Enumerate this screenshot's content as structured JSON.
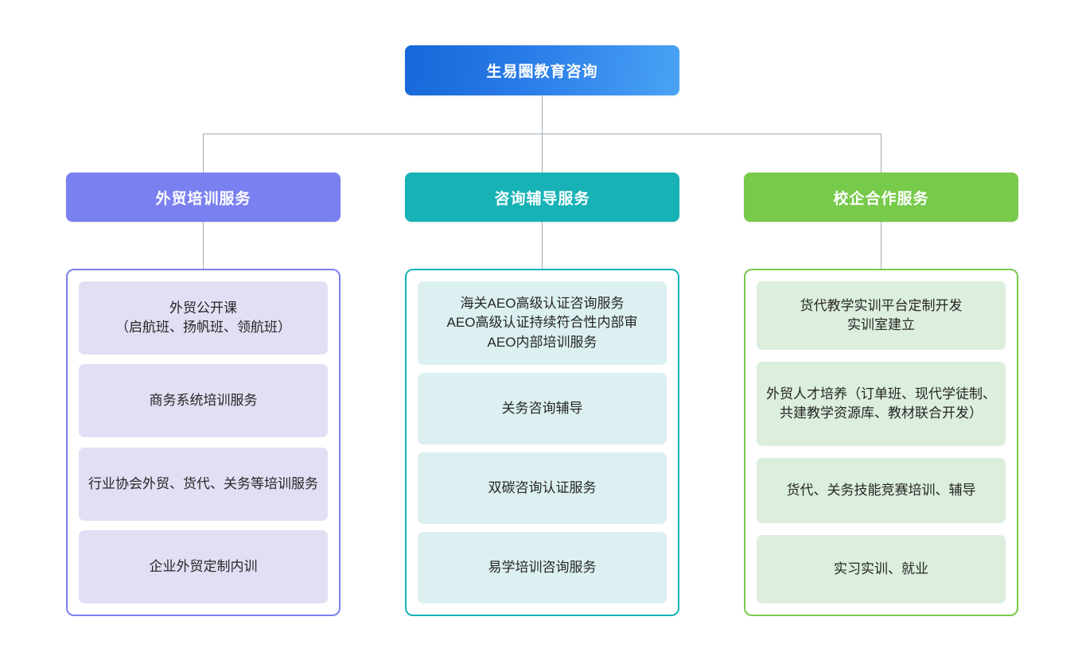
{
  "root": {
    "label": "生易圈教育咨询",
    "color": "#2a7ce8"
  },
  "columns": [
    {
      "key": "foreign-trade-training",
      "header": "外贸培训服务",
      "accent": "#7b80f0",
      "chip": "#e2dff4",
      "items": [
        {
          "text": "外贸公开课\n（启航班、扬帆班、领航班）",
          "height": 92
        },
        {
          "text": "商务系统培训服务",
          "height": 92
        },
        {
          "text": "行业协会外贸、货代、关务等培训服务",
          "height": 92
        },
        {
          "text": "企业外贸定制内训",
          "height": 92
        }
      ]
    },
    {
      "key": "consulting-tutoring",
      "header": "咨询辅导服务",
      "accent": "#17b2b6",
      "chip": "#dcf0f1",
      "items": [
        {
          "text": "海关AEO高级认证咨询服务\nAEO高级认证持续符合性内部审\nAEO内部培训服务",
          "height": 105
        },
        {
          "text": "关务咨询辅导",
          "height": 90
        },
        {
          "text": "双碳咨询认证服务",
          "height": 90
        },
        {
          "text": "易学培训咨询服务",
          "height": 90
        }
      ]
    },
    {
      "key": "school-enterprise-cooperation",
      "header": "校企合作服务",
      "accent": "#78ca4b",
      "chip": "#dceedd",
      "items": [
        {
          "text": "货代教学实训平台定制开发\n实训室建立",
          "height": 86
        },
        {
          "text": "外贸人才培养（订单班、现代学徒制、共建教学资源库、教材联合开发）",
          "height": 106
        },
        {
          "text": "货代、关务技能竞赛培训、辅导",
          "height": 82
        },
        {
          "text": "实习实训、就业",
          "height": 86
        }
      ]
    }
  ],
  "connector": {
    "color": "#a3adb8"
  }
}
